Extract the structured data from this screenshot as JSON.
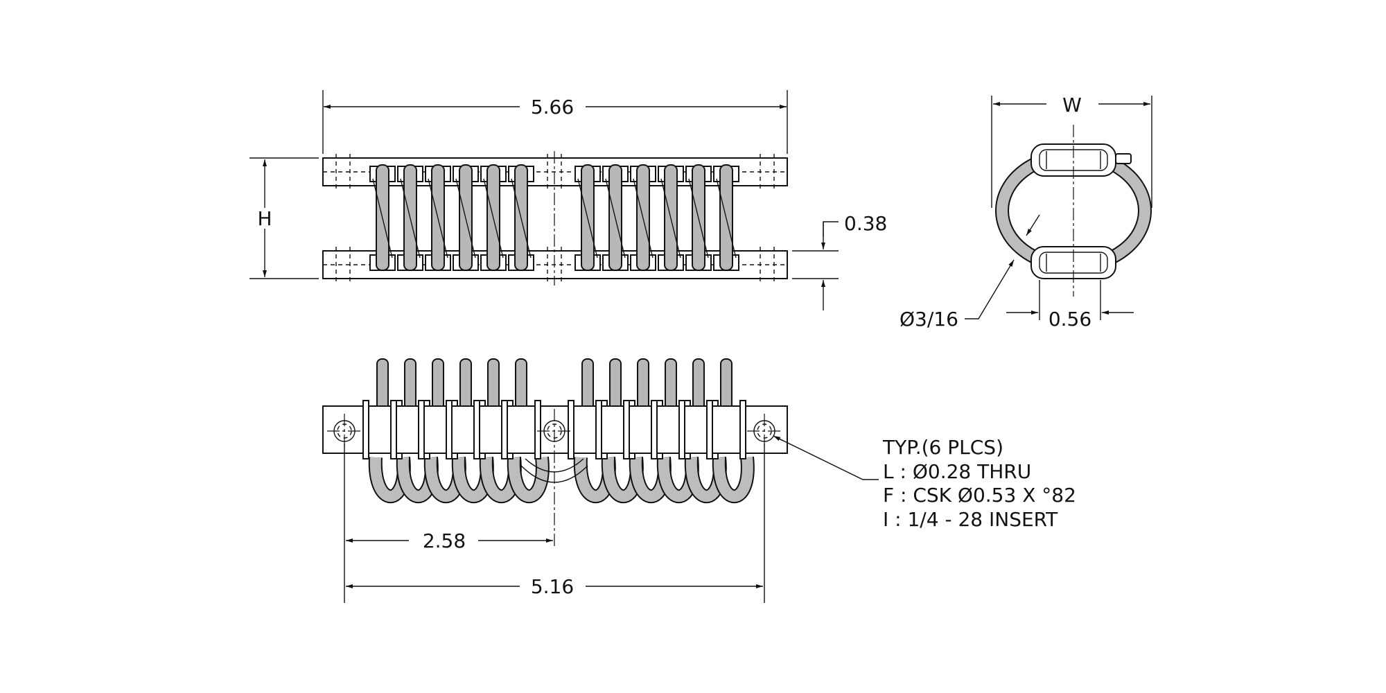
{
  "front_view": {
    "overall_length": "5.66",
    "height_label": "H",
    "plate_thickness": "0.38"
  },
  "side_view": {
    "width_label": "W",
    "cable_diameter": "Ø3/16",
    "clamp_width": "0.56"
  },
  "top_view": {
    "hole_spacing_half": "2.58",
    "hole_spacing_full": "5.16"
  },
  "hole_note": {
    "line1": "TYP.(6 PLCS)",
    "line2": "L : Ø0.28 THRU",
    "line3": "F : CSK Ø0.53 X °82",
    "line4": "I : 1/4 - 28 INSERT"
  },
  "colors": {
    "line": "#111111",
    "cable": "#b8b8b8",
    "background": "#ffffff"
  }
}
